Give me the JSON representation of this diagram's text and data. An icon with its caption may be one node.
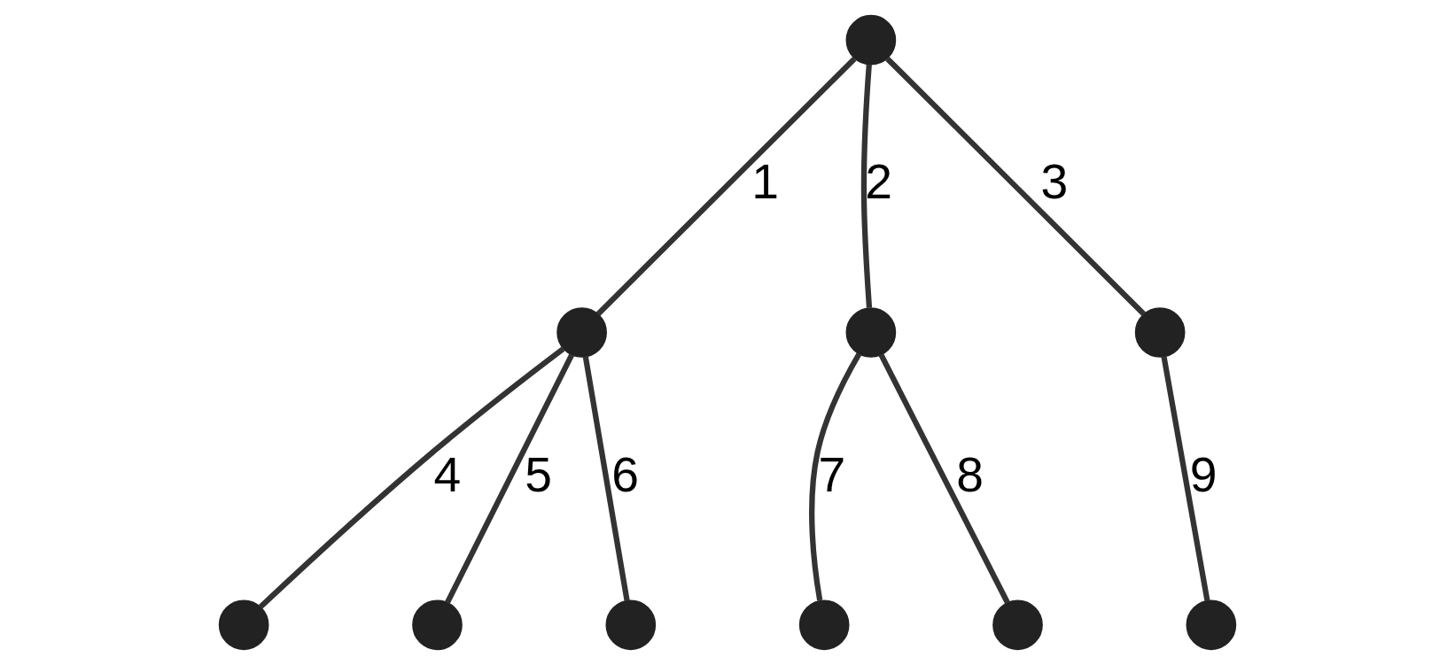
{
  "diagram": {
    "nodes": [
      {
        "text": [],
        "shape": "circle"
      },
      {
        "text": [],
        "shape": "circle"
      },
      {
        "text": [],
        "shape": "circle"
      },
      {
        "text": [],
        "shape": "circle"
      },
      {
        "text": [],
        "shape": "circle"
      },
      {
        "text": [],
        "shape": "circle"
      },
      {
        "text": [],
        "shape": "circle"
      },
      {
        "text": [],
        "shape": "circle"
      },
      {
        "text": [],
        "shape": "circle"
      },
      {
        "text": [],
        "shape": "circle"
      }
    ],
    "edges": [
      {
        "from": 0,
        "to": 1,
        "arrow": "none",
        "label": "1"
      },
      {
        "from": 0,
        "to": 2,
        "arrow": "none",
        "label": "2"
      },
      {
        "from": 0,
        "to": 3,
        "arrow": "none",
        "label": "3"
      },
      {
        "from": 1,
        "to": 4,
        "arrow": "none",
        "label": "4"
      },
      {
        "from": 1,
        "to": 5,
        "arrow": "none",
        "label": "5"
      },
      {
        "from": 1,
        "to": 6,
        "arrow": "none",
        "label": "6"
      },
      {
        "from": 2,
        "to": 7,
        "arrow": "none",
        "label": "7"
      },
      {
        "from": 2,
        "to": 8,
        "arrow": "none",
        "label": "8"
      },
      {
        "from": 3,
        "to": 9,
        "arrow": "none",
        "label": "9"
      }
    ]
  }
}
